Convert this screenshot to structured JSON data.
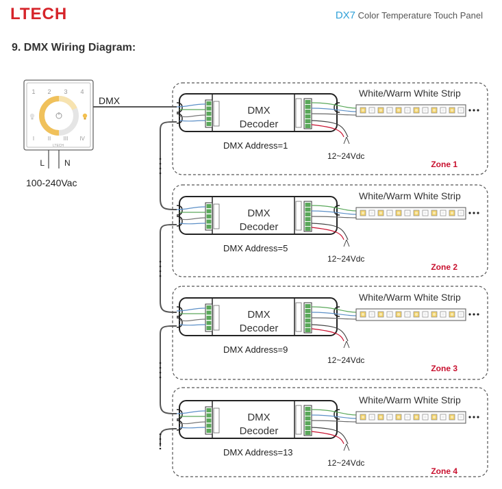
{
  "header": {
    "logo": "LTECH",
    "model": "DX7",
    "product": "Color Temperature Touch Panel"
  },
  "section_title": "9. DMX Wiring Diagram:",
  "panel": {
    "zone_labels": [
      "1",
      "2",
      "3",
      "4"
    ],
    "bottom_labels": [
      "I",
      "II",
      "III",
      "IV"
    ],
    "brand": "LTECH",
    "terminal_l": "L",
    "terminal_n": "N",
    "power": "100-240Vac",
    "signal": "DMX"
  },
  "zones": [
    {
      "decoder_line1": "DMX",
      "decoder_line2": "Decoder",
      "address": "DMX Address=1",
      "power": "12~24Vdc",
      "strip": "White/Warm White Strip",
      "zone": "Zone 1"
    },
    {
      "decoder_line1": "DMX",
      "decoder_line2": "Decoder",
      "address": "DMX Address=5",
      "power": "12~24Vdc",
      "strip": "White/Warm White Strip",
      "zone": "Zone 2"
    },
    {
      "decoder_line1": "DMX",
      "decoder_line2": "Decoder",
      "address": "DMX Address=9",
      "power": "12~24Vdc",
      "strip": "White/Warm White Strip",
      "zone": "Zone 3"
    },
    {
      "decoder_line1": "DMX",
      "decoder_line2": "Decoder",
      "address": "DMX Address=13",
      "power": "12~24Vdc",
      "strip": "White/Warm White Strip",
      "zone": "Zone 4"
    }
  ],
  "colors": {
    "brand_red": "#d6242a",
    "model_blue": "#2fa0d8",
    "zone_red": "#c8102e",
    "wire_green": "#5aa85a",
    "wire_blue": "#5b8fc7",
    "led_yellow": "#f3d36a"
  }
}
